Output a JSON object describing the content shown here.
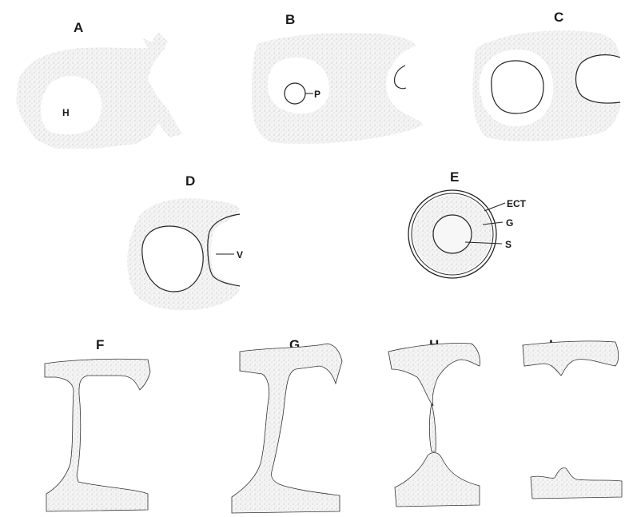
{
  "panels": {
    "A": {
      "letter": "A",
      "label_H": "H"
    },
    "B": {
      "letter": "B",
      "label_P": "P"
    },
    "C": {
      "letter": "C"
    },
    "D": {
      "letter": "D",
      "label_V": "V"
    },
    "E": {
      "letter": "E",
      "label_ECT": "ECT",
      "label_G": "G",
      "label_S": "S"
    },
    "F": {
      "letter": "F"
    },
    "G": {
      "letter": "G"
    },
    "H": {
      "letter": "H"
    },
    "I": {
      "letter": "I"
    }
  }
}
